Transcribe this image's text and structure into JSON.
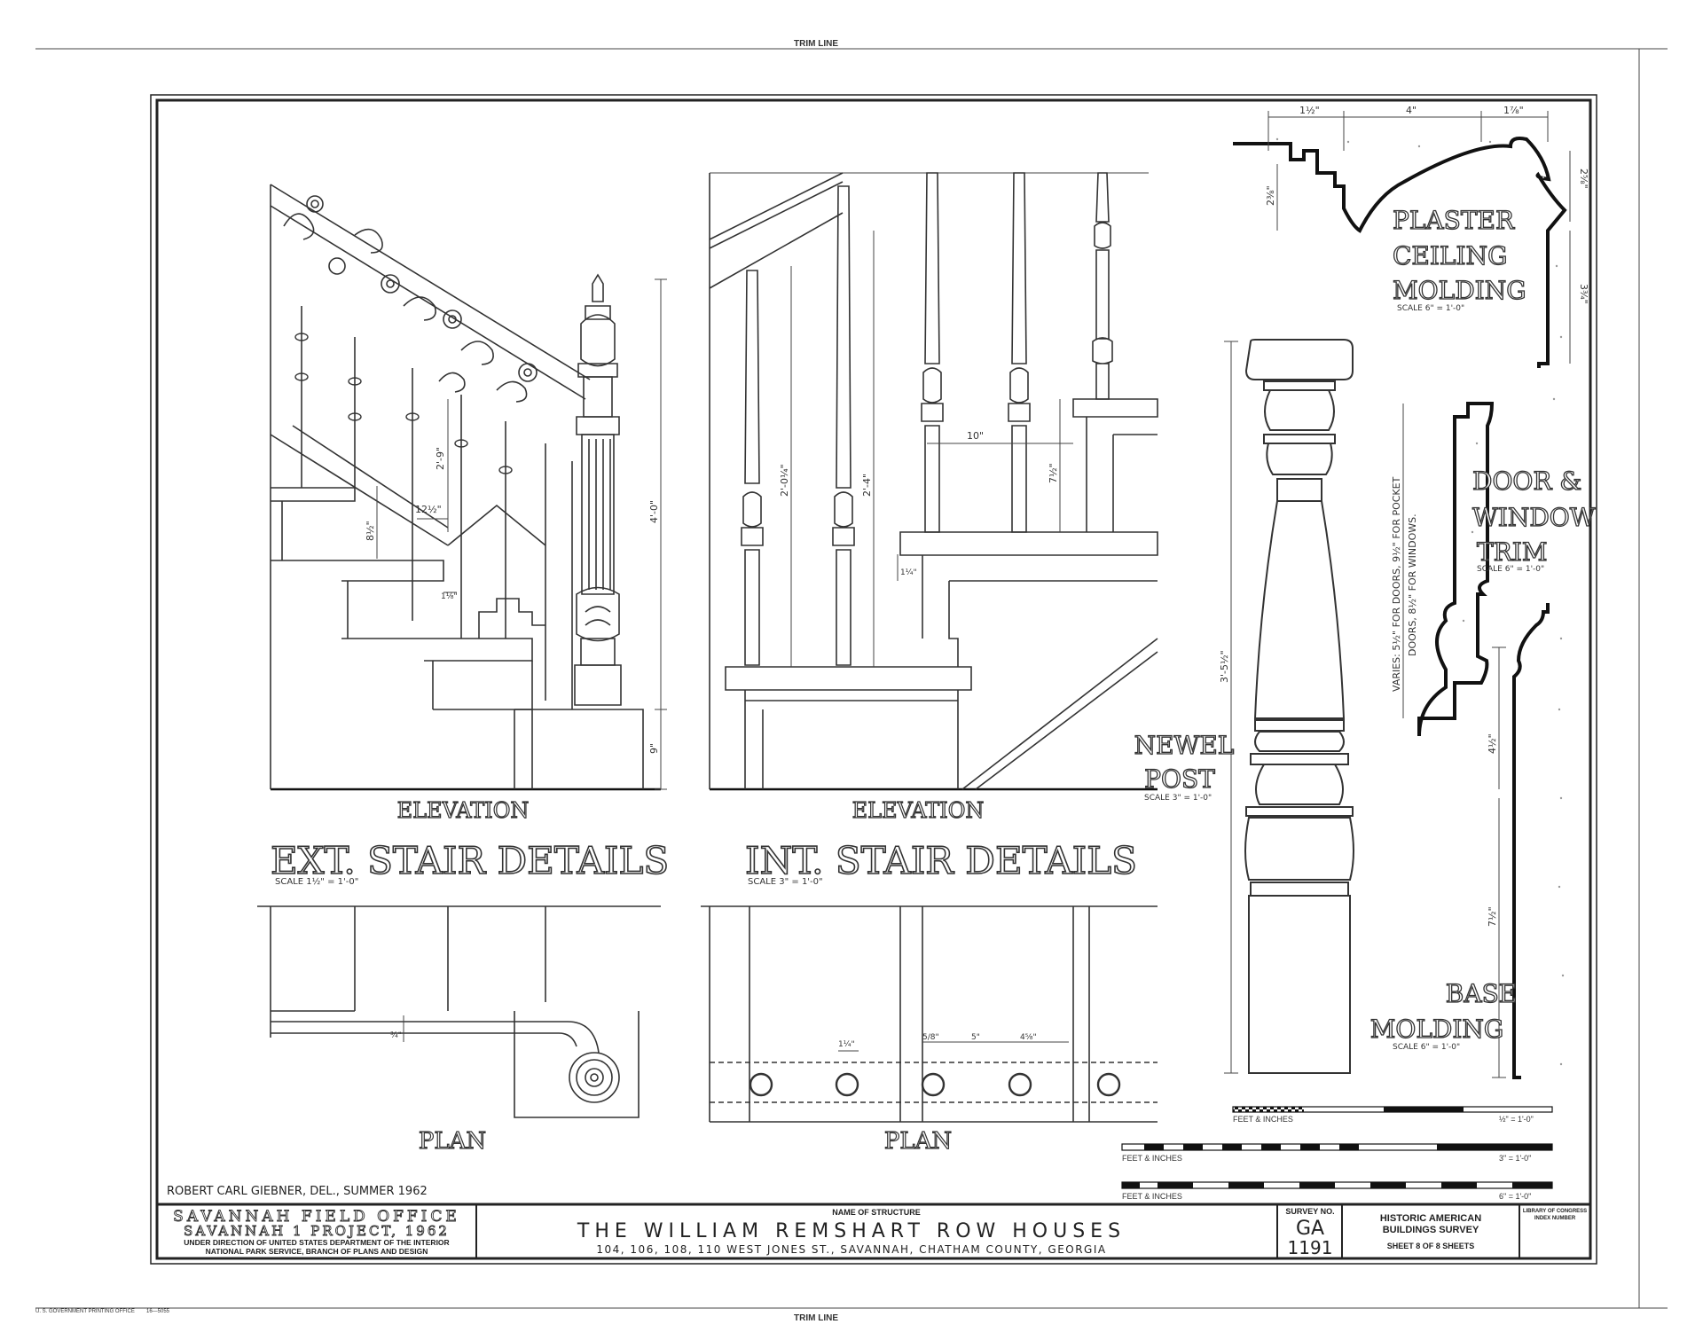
{
  "sheet": {
    "trim_top": "TRIM LINE",
    "trim_bottom": "TRIM LINE",
    "printer_mark": "U. S. GOVERNMENT PRINTING OFFICE",
    "printer_code": "16—5055"
  },
  "ext_stair": {
    "elevation_label": "ELEVATION",
    "title": "EXT. STAIR DETAILS",
    "scale": "SCALE 1½\" = 1'-0\"",
    "plan_label": "PLAN",
    "dims": {
      "rail_height": "2'-9\"",
      "tread": "12½\"",
      "riser": "8½\"",
      "nosing": "1⅛\"",
      "newel_height": "4'-0\"",
      "base": "9\"",
      "plan_rail": "¾\""
    }
  },
  "int_stair": {
    "elevation_label": "ELEVATION",
    "title": "INT. STAIR DETAILS",
    "scale": "SCALE 3\" = 1'-0\"",
    "plan_label": "PLAN",
    "dims": {
      "baluster_a": "2'-0¼\"",
      "baluster_b": "2'-4\"",
      "tread": "10\"",
      "riser": "7½\"",
      "nosing": "1¼\"",
      "plan_a": "1¼\"",
      "plan_b": "5\"",
      "plan_c": "5/8\"",
      "plan_d": "4⅝\""
    }
  },
  "newel": {
    "title_line1": "NEWEL",
    "title_line2": "POST",
    "scale": "SCALE 3\" = 1'-0\"",
    "height": "3'-5½\""
  },
  "ceiling_molding": {
    "title_line1": "PLASTER",
    "title_line2": "CEILING",
    "title_line3": "MOLDING",
    "scale": "SCALE 6\" = 1'-0\"",
    "dims": {
      "top_a": "1½\"",
      "top_b": "4\"",
      "top_c": "1⅞\"",
      "left": "2⅜\"",
      "right_a": "2⅝\"",
      "right_b": "3¾\""
    }
  },
  "door_trim": {
    "title_line1": "DOOR &",
    "title_line2": "WINDOW",
    "title_line3": "TRIM",
    "scale": "SCALE 6\" = 1'-0\"",
    "note_line1": "VARIES: 5½\" FOR DOORS, 9½\" FOR POCKET",
    "note_line2": "DOORS, 8½\" FOR WINDOWS."
  },
  "base_molding": {
    "title_line1": "BASE",
    "title_line2": "MOLDING",
    "scale": "SCALE 6\" = 1'-0\"",
    "dims": {
      "upper": "4½\"",
      "lower": "7½\""
    }
  },
  "scales": [
    {
      "label": "FEET & INCHES",
      "ratio": "½\" = 1'-0\""
    },
    {
      "label": "FEET & INCHES",
      "ratio": "3\" = 1'-0\""
    },
    {
      "label": "FEET & INCHES",
      "ratio": "6\" = 1'-0\""
    }
  ],
  "credits": {
    "delineator": "ROBERT CARL GIEBNER, DEL., SUMMER 1962"
  },
  "title_block": {
    "office_line1": "SAVANNAH FIELD OFFICE",
    "office_line2": "SAVANNAH 1 PROJECT, 1962",
    "direction_line1": "UNDER DIRECTION OF UNITED STATES DEPARTMENT OF THE INTERIOR",
    "direction_line2": "NATIONAL PARK SERVICE, BRANCH OF PLANS AND DESIGN",
    "name_label": "NAME OF STRUCTURE",
    "structure_name": "THE WILLIAM REMSHART ROW HOUSES",
    "address": "104, 106, 108, 110 WEST JONES ST., SAVANNAH, CHATHAM COUNTY, GEORGIA",
    "survey_label": "SURVEY NO.",
    "survey_state": "GA",
    "survey_number": "1191",
    "agency_line1": "HISTORIC AMERICAN",
    "agency_line2": "BUILDINGS SURVEY",
    "sheet_label": "SHEET 8 OF 8 SHEETS",
    "library_line1": "LIBRARY OF CONGRESS",
    "library_line2": "INDEX NUMBER"
  }
}
